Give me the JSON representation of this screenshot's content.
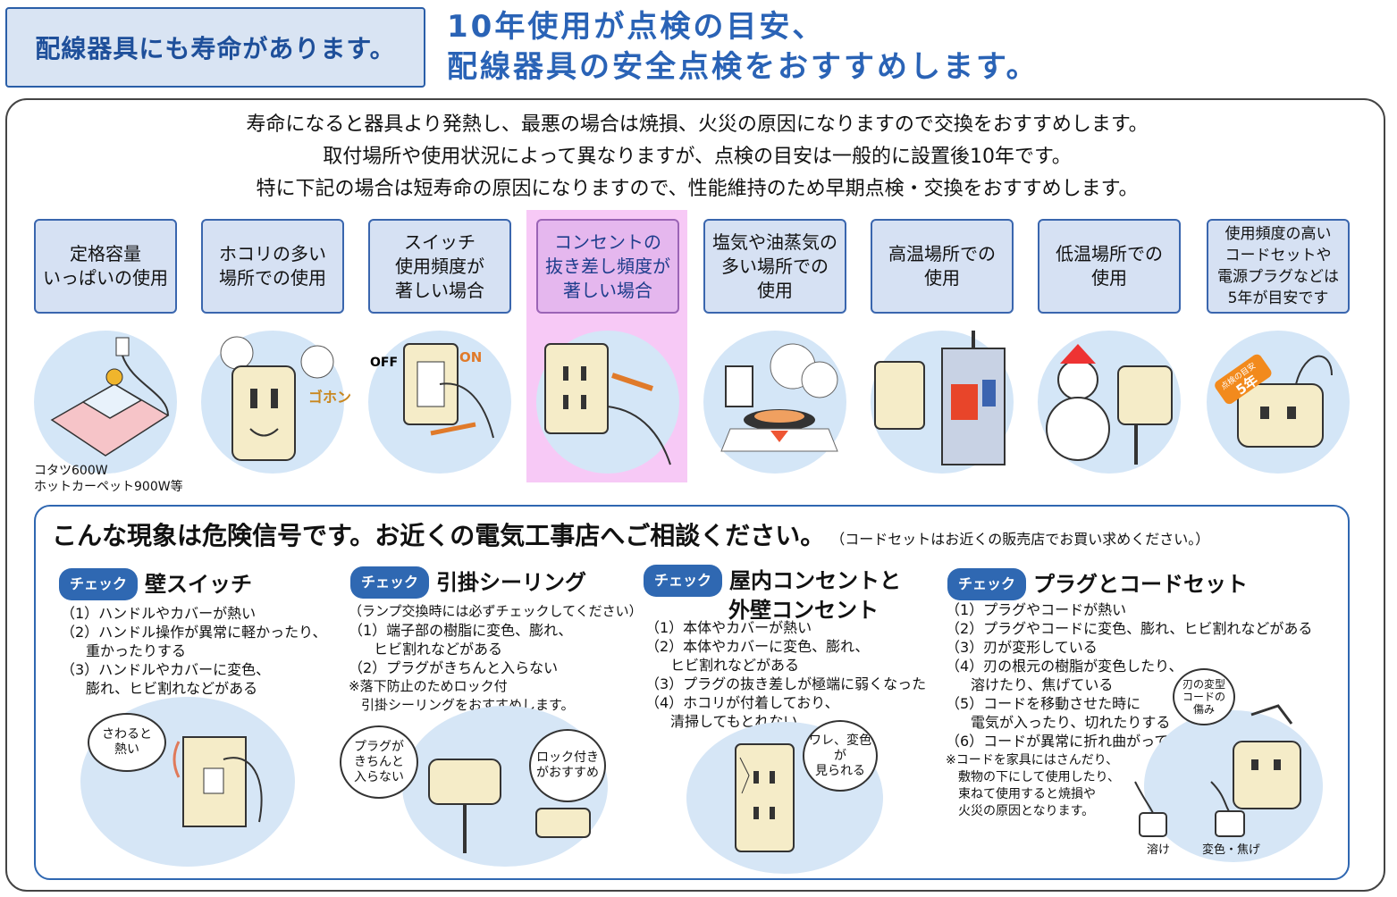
{
  "label": "配線器具にも寿命があります。",
  "headline": {
    "line1": "10年使用が点検の目安、",
    "line2": "配線器具の安全点検をおすすめします。"
  },
  "intro": [
    "寿命になると器具より発熱し、最悪の場合は焼損、火災の原因になりますので交換をおすすめします。",
    "取付場所や使用状況によって異なりますが、点検の目安は一般的に設置後10年です。",
    "特に下記の場合は短寿命の原因になりますので、性能維持のため早期点検・交換をおすすめします。"
  ],
  "categories": [
    {
      "lines": [
        "定格容量",
        "いっぱいの使用"
      ]
    },
    {
      "lines": [
        "ホコリの多い",
        "場所での使用"
      ]
    },
    {
      "lines": [
        "スイッチ",
        "使用頻度が",
        "著しい場合"
      ]
    },
    {
      "lines": [
        "コンセントの",
        "抜き差し頻度が",
        "著しい場合"
      ]
    },
    {
      "lines": [
        "塩気や油蒸気の",
        "多い場所での",
        "使用"
      ]
    },
    {
      "lines": [
        "高温場所での",
        "使用"
      ]
    },
    {
      "lines": [
        "低温場所での",
        "使用"
      ]
    },
    {
      "lines": [
        "使用頻度の高い",
        "コードセットや",
        "電源プラグなどは",
        "5年が目安です"
      ]
    }
  ],
  "illus_text": {
    "kotatsu_note1": "コタツ600W",
    "kotatsu_note2": "ホットカーペット900W等",
    "goho": "ゴホン",
    "off": "OFF",
    "on": "ON",
    "badge_small": "点検の目安",
    "badge_big": "5年"
  },
  "lower": {
    "title": "こんな現象は危険信号です。お近くの電気工事店へご相談ください。",
    "subnote": "（コードセットはお近くの販売店でお買い求めください。）",
    "check_label": "チェック",
    "columns": [
      {
        "heading": [
          "壁スイッチ"
        ],
        "lines": [
          {
            "t": "（1）ハンドルやカバーが熱い",
            "i": 0
          },
          {
            "t": "（2）ハンドル操作が異常に軽かったり、",
            "i": 0
          },
          {
            "t": "重かったりする",
            "i": 1
          },
          {
            "t": "（3）ハンドルやカバーに変色、",
            "i": 0
          },
          {
            "t": "膨れ、ヒビ割れなどがある",
            "i": 1
          }
        ],
        "bubbles": [
          "さわると",
          "熱い"
        ]
      },
      {
        "heading": [
          "引掛シーリング"
        ],
        "lines": [
          {
            "t": "（ランプ交換時には必ずチェックしてください）",
            "i": 0
          },
          {
            "t": "（1）端子部の樹脂に変色、膨れ、",
            "i": 0
          },
          {
            "t": "ヒビ割れなどがある",
            "i": 1
          },
          {
            "t": "（2）プラグがきちんと入らない",
            "i": 0
          },
          {
            "t": "※落下防止のためロック付",
            "i": 0
          },
          {
            "t": "引掛シーリングをおすすめします。",
            "i": 2
          }
        ],
        "bubbles": [
          "プラグが",
          "きちんと",
          "入らない",
          "ロック付き",
          "がおすすめ"
        ]
      },
      {
        "heading": [
          "屋内コンセントと",
          "外壁コンセント"
        ],
        "lines": [
          {
            "t": "（1）本体やカバーが熱い",
            "i": 0
          },
          {
            "t": "（2）本体やカバーに変色、膨れ、",
            "i": 0
          },
          {
            "t": "ヒビ割れなどがある",
            "i": 1
          },
          {
            "t": "（3）プラグの抜き差しが極端に弱くなった",
            "i": 0
          },
          {
            "t": "（4）ホコリが付着しており、",
            "i": 0
          },
          {
            "t": "清掃してもとれない",
            "i": 1
          }
        ],
        "bubbles": [
          "ワレ、変色が",
          "見られる"
        ]
      },
      {
        "heading": [
          "プラグとコードセット"
        ],
        "lines": [
          {
            "t": "（1）プラグやコードが熱い",
            "i": 0
          },
          {
            "t": "（2）プラグやコードに変色、膨れ、ヒビ割れなどがある",
            "i": 0
          },
          {
            "t": "（3）刃が変形している",
            "i": 0
          },
          {
            "t": "（4）刃の根元の樹脂が変色したり、",
            "i": 0
          },
          {
            "t": "溶けたり、焦げている",
            "i": 1
          },
          {
            "t": "（5）コードを移動させた時に",
            "i": 0
          },
          {
            "t": "電気が入ったり、切れたりする",
            "i": 1
          },
          {
            "t": "（6）コードが異常に折れ曲がっている",
            "i": 0
          },
          {
            "t": "※コードを家具にはさんだり、",
            "i": 0
          },
          {
            "t": "敷物の下にして使用したり、",
            "i": 2
          },
          {
            "t": "束ねて使用すると焼損や",
            "i": 2
          },
          {
            "t": "火災の原因となります。",
            "i": 2
          }
        ],
        "bubbles": [
          "刃の変型",
          "コードの",
          "傷み"
        ],
        "captions": [
          "溶け",
          "変色・焦げ"
        ]
      }
    ]
  },
  "colors": {
    "blue": "#2f68b2",
    "lightblue": "#d6e1f3",
    "pink": "#f7c9f6",
    "ivory": "#f5ecc8"
  }
}
